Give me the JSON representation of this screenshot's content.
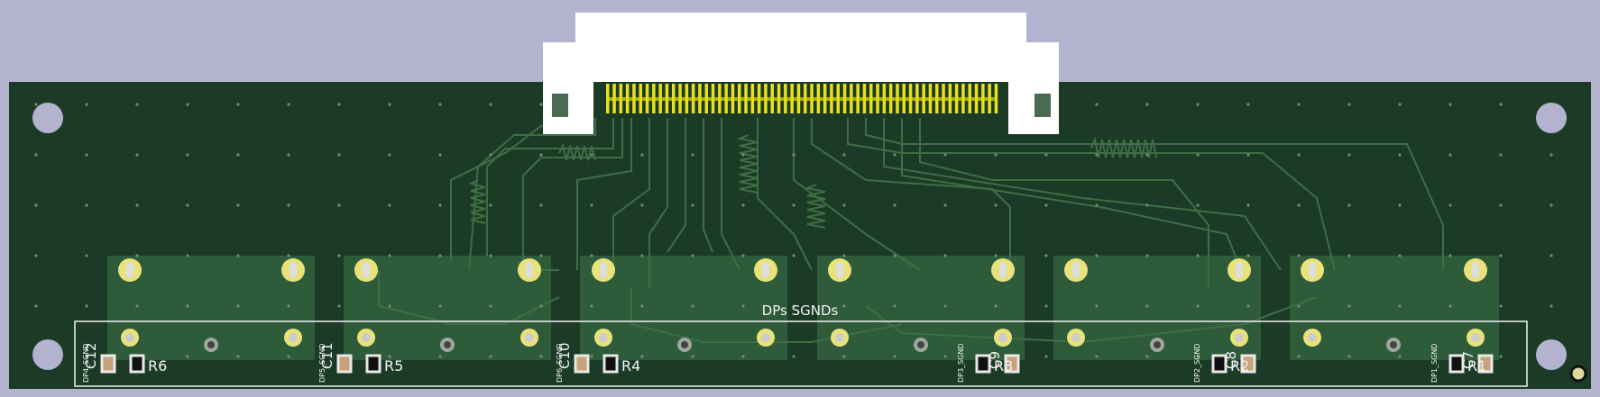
{
  "board": {
    "background_color": "#b3b3cf",
    "substrate_color": "#1c3b27",
    "copper_fill_color": "#2e5b39",
    "trace_color": "#3f6d46",
    "silkscreen_color": "#f2f2f2",
    "pad_gold_color": "#e8e27a",
    "connector_color": "#ffffff"
  },
  "group_label": "DPs SGNDs",
  "channels": [
    {
      "net": "DP4_SGND",
      "capacitor": "C12",
      "resistor": "R6"
    },
    {
      "net": "DP5_SGND",
      "capacitor": "C11",
      "resistor": "R5"
    },
    {
      "net": "DP6_SGND",
      "capacitor": "C10",
      "resistor": "R4"
    },
    {
      "net": "DP3_SGND",
      "capacitor": "C9",
      "resistor": "R3"
    },
    {
      "net": "DP2_SGND",
      "capacitor": "C8",
      "resistor": "R2"
    },
    {
      "net": "DP1_SGND",
      "capacitor": "C7",
      "resistor": "R1"
    }
  ]
}
